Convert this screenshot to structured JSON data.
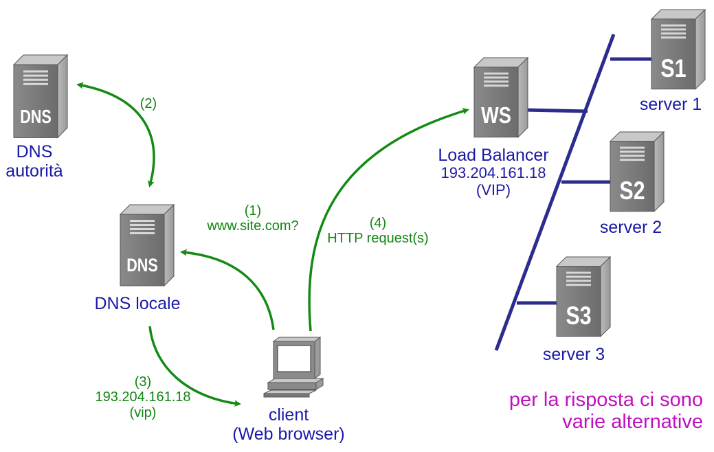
{
  "colors": {
    "node_label": "#1a1aa6",
    "arrow": "#138a13",
    "note": "#c010c0",
    "bus": "#2c2c8f",
    "server_body": "#7a7a7a"
  },
  "nodes": {
    "dns_auth": {
      "icon_text": "DNS",
      "label_line1": "DNS",
      "label_line2": "autorità",
      "icon": "server-icon"
    },
    "dns_local": {
      "icon_text": "DNS",
      "label": "DNS locale",
      "icon": "server-icon"
    },
    "client": {
      "label_line1": "client",
      "label_line2": "(Web browser)",
      "icon": "desktop-computer-icon"
    },
    "load_balancer": {
      "icon_text": "WS",
      "label": "Load Balancer",
      "ip": "193.204.161.18",
      "vip": "(VIP)",
      "icon": "server-icon"
    },
    "server1": {
      "icon_text": "S1",
      "label": "server 1",
      "icon": "server-icon"
    },
    "server2": {
      "icon_text": "S2",
      "label": "server 2",
      "icon": "server-icon"
    },
    "server3": {
      "icon_text": "S3",
      "label": "server 3",
      "icon": "server-icon"
    }
  },
  "steps": {
    "s1": {
      "num": "(1)",
      "text": "www.site.com?"
    },
    "s2": {
      "num": "(2)"
    },
    "s3": {
      "num": "(3)",
      "ip": "193.204.161.18",
      "vip": "(vip)"
    },
    "s4": {
      "num": "(4)",
      "text": "HTTP request(s)"
    }
  },
  "note": {
    "line1": "per la risposta ci sono",
    "line2": "varie alternative"
  }
}
